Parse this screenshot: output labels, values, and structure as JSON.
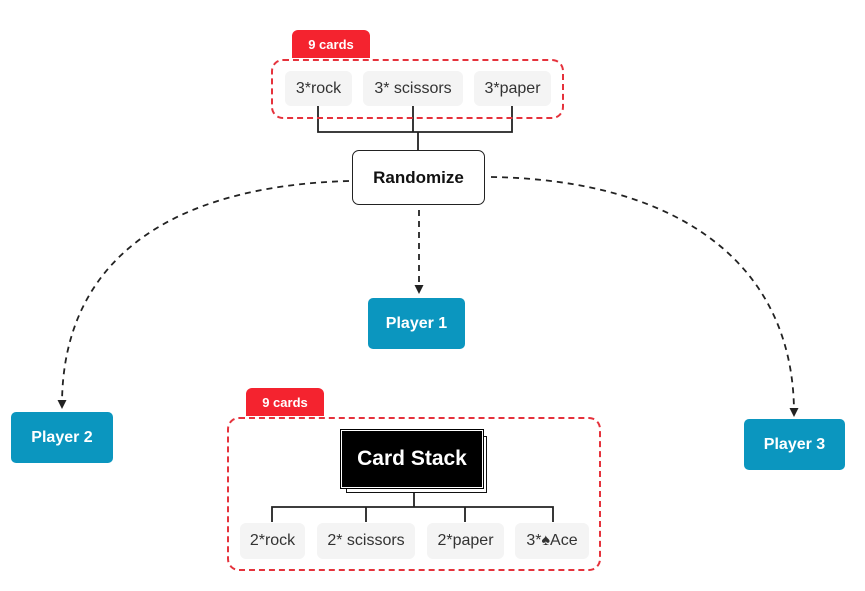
{
  "top_group": {
    "badge": "9 cards",
    "cards": [
      "3*rock",
      "3* scissors",
      "3*paper"
    ]
  },
  "randomize": {
    "label": "Randomize"
  },
  "players": [
    "Player 1",
    "Player 2",
    "Player 3"
  ],
  "bottom_group": {
    "badge": "9 cards",
    "stack_label": "Card Stack",
    "cards": [
      "2*rock",
      "2* scissors",
      "2*paper",
      "3*♠Ace"
    ]
  },
  "colors": {
    "badge": "#f4232f",
    "frame_dash": "#e5323c",
    "player": "#0b96bf",
    "card_bg": "#f4f4f4"
  }
}
